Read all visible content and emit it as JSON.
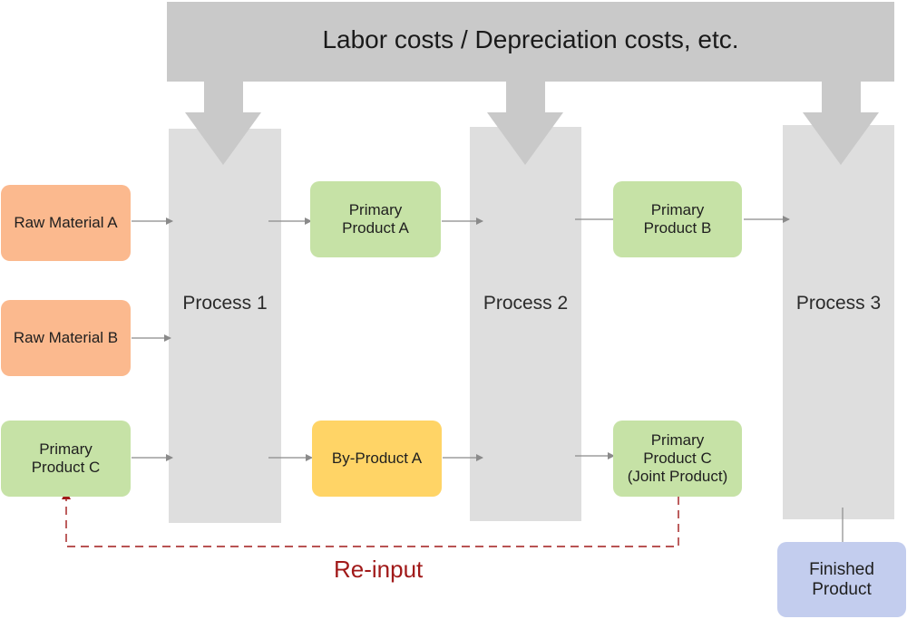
{
  "banner": {
    "label": "Labor costs / Depreciation costs, etc."
  },
  "processes": [
    {
      "label": "Process 1"
    },
    {
      "label": "Process 2"
    },
    {
      "label": "Process 3"
    }
  ],
  "inputs": {
    "raw_material_a": "Raw Material A",
    "raw_material_b": "Raw Material B",
    "primary_product_c_line1": "Primary",
    "primary_product_c_line2": "Product C"
  },
  "outputs": {
    "primary_product_a_line1": "Primary",
    "primary_product_a_line2": "Product A",
    "by_product_a": "By-Product A",
    "primary_product_b_line1": "Primary",
    "primary_product_b_line2": "Product B",
    "primary_product_c_joint_line1": "Primary",
    "primary_product_c_joint_line2": "Product C",
    "primary_product_c_joint_line3": "(Joint Product)",
    "finished_product_line1": "Finished",
    "finished_product_line2": "Product"
  },
  "reinput_label": "Re-input",
  "colors": {
    "banner": "#c9c9c9",
    "process": "#dedede",
    "raw_material": "#fbb98e",
    "primary_product": "#c6e2a6",
    "by_product": "#ffd466",
    "finished_product": "#c3cdee",
    "reinput": "#a11a1a",
    "connector": "#8a8a8a"
  }
}
